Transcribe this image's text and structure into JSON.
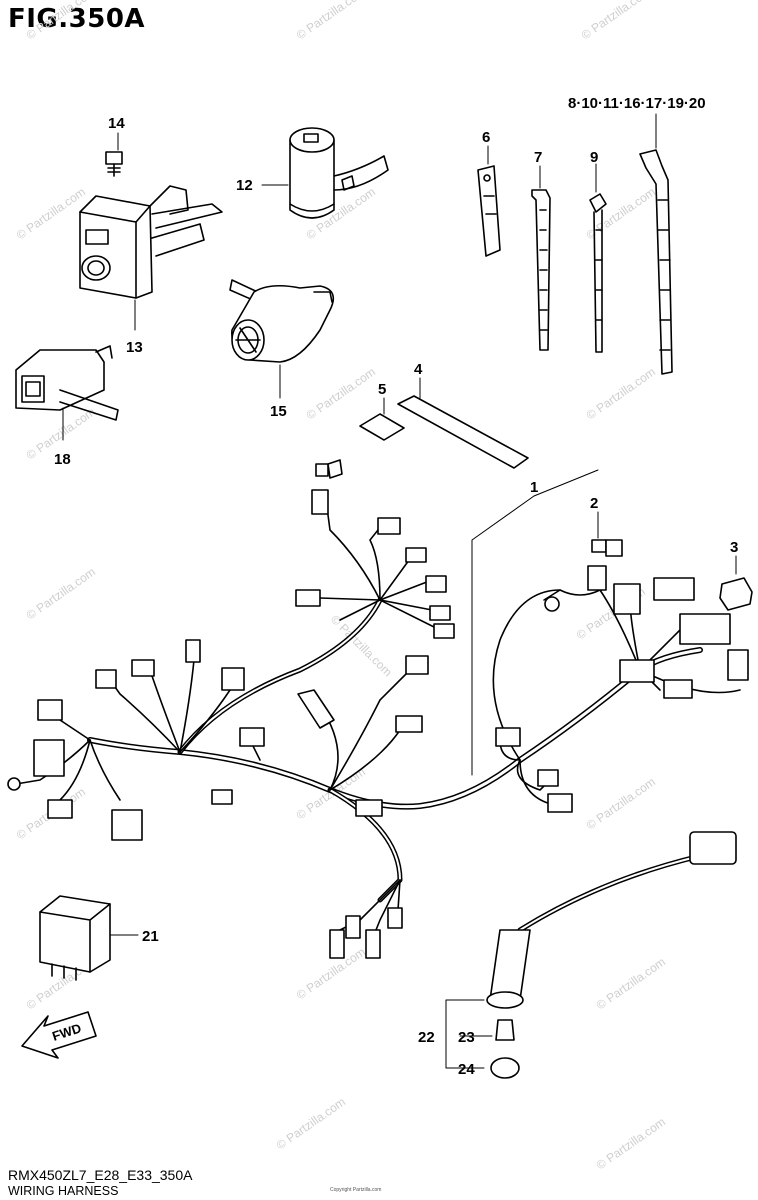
{
  "figure": {
    "title": "FIG.350A",
    "diagram_code": "RMX450ZL7_E28_E33_350A",
    "diagram_name": "WIRING HARNESS",
    "copyright": "Copyright Partzilla.com"
  },
  "watermark": "© Partzilla.com",
  "fwd_label": "FWD",
  "callouts": {
    "c1": "1",
    "c2": "2",
    "c3": "3",
    "c4": "4",
    "c5": "5",
    "c6": "6",
    "c7": "7",
    "c8": "8·10·11·16·17·19·20",
    "c9": "9",
    "c12": "12",
    "c13": "13",
    "c14": "14",
    "c15": "15",
    "c18": "18",
    "c21": "21",
    "c22": "22",
    "c23": "23",
    "c24": "24"
  }
}
